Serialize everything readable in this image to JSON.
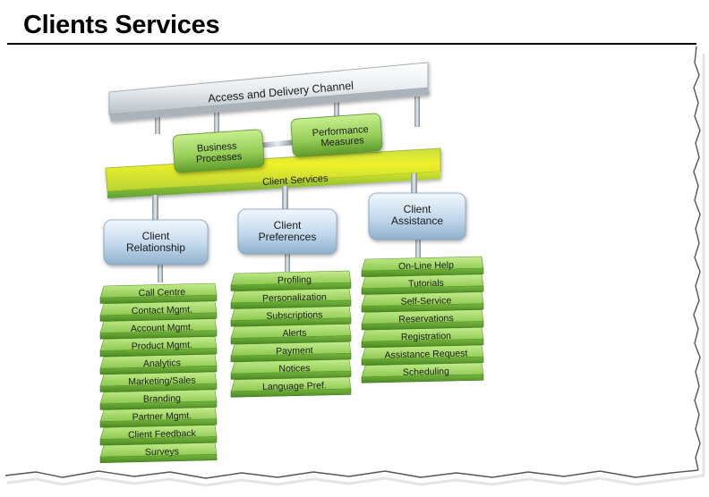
{
  "page": {
    "title": "Clients Services"
  },
  "diagram": {
    "access_channel": "Access and Delivery Channel",
    "business_processes": [
      "Business",
      "Processes"
    ],
    "performance_measures": [
      "Performance",
      "Measures"
    ],
    "client_services": "Client Services",
    "columns": [
      {
        "header": [
          "Client",
          "Relationship"
        ],
        "items": [
          "Call Centre",
          "Contact Mgmt.",
          "Account Mgmt.",
          "Product Mgmt.",
          "Analytics",
          "Marketing/Sales",
          "Branding",
          "Partner Mgmt.",
          "Client Feedback",
          "Surveys"
        ]
      },
      {
        "header": [
          "Client",
          "Preferences"
        ],
        "items": [
          "Profiling",
          "Personalization",
          "Subscriptions",
          "Alerts",
          "Payment",
          "Notices",
          "Language Pref."
        ]
      },
      {
        "header": [
          "Client",
          "Assistance"
        ],
        "items": [
          "On-Line Help",
          "Tutorials",
          "Self-Service",
          "Reservations",
          "Registration",
          "Assistance Request",
          "Scheduling"
        ]
      }
    ]
  },
  "colors": {
    "green_top": "#a6d86a",
    "green_side": "#5e9a2c",
    "yellow": "#e2ea2a",
    "blue_box": "#bcd4e8",
    "gray_bar": "#e8ecef"
  }
}
